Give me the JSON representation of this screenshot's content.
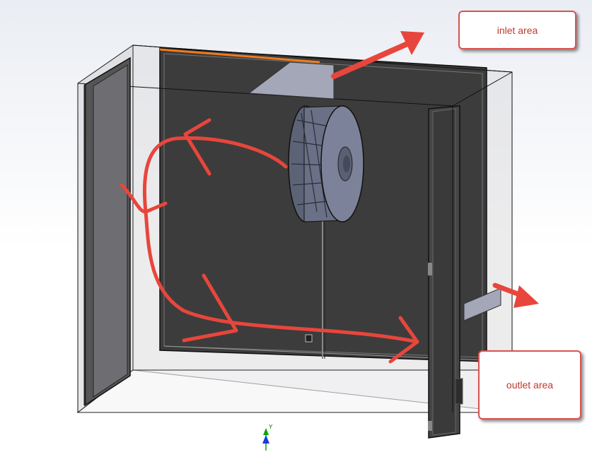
{
  "labels": {
    "inlet": "inlet area",
    "outlet": "outlet area"
  },
  "triad": {
    "y_axis": "Y"
  },
  "colors": {
    "flow_arrow": "#e8463c",
    "callout_text": "#c0392b",
    "panel_dark": "#3c3c3c",
    "glass": "#b8b8bc",
    "highlight_edge": "#f07b1e"
  }
}
